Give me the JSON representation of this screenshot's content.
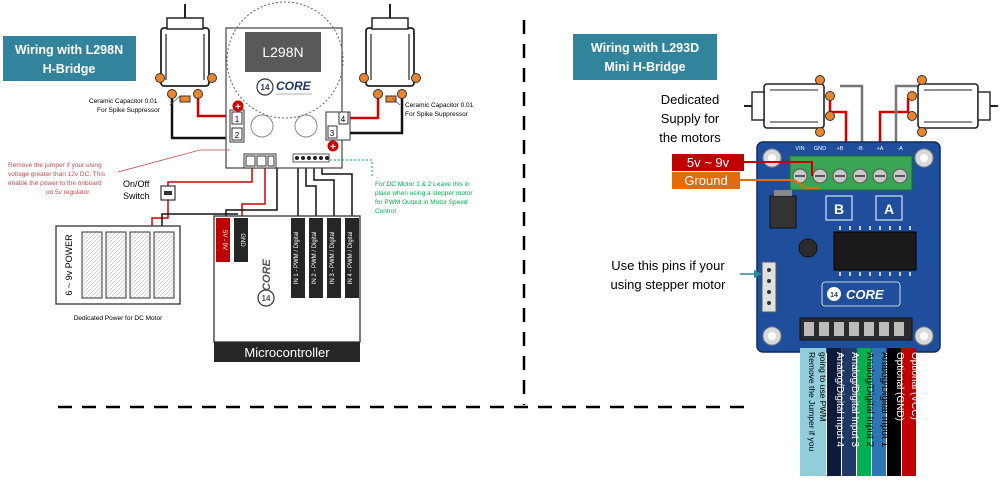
{
  "left_panel": {
    "title_line1": "Wiring with L298N",
    "title_line2": "H-Bridge",
    "module_label": "L298N",
    "brand": "CORE",
    "brand_prefix": "14",
    "cap_note_left_line1": "Ceramic Capacitor 0.01",
    "cap_note_left_line2": "For Spike Suppressor",
    "cap_note_right_line1": "Ceramic Capacitor 0.01",
    "cap_note_right_line2": "For Spike Suppressor",
    "jumper_note": [
      "Remove the jumper if your using",
      "voltage greater than 12v DC. This",
      "enable the power to the onboard",
      "on 5v regulator"
    ],
    "switch_label_line1": "On/Off",
    "switch_label_line2": "Switch",
    "pwm_note": [
      "For DC Motor 1 & 2 Leave this in",
      "place  when using a stepper motor",
      "for PWM Output in Motor Speed",
      "Control"
    ],
    "battery_label": "6 ~ 9v POWER",
    "battery_caption": "Dedicated Power for DC Motor",
    "mcu_pins": [
      "5V - 9V",
      "GND",
      "IN 1 - PWM / Digital",
      "IN 2 - PWM / Digital",
      "IN 3 - PWM / Digital",
      "IN 4 - PWM / Digital"
    ],
    "mcu_label": "Microcontroller",
    "terminal_numbers": [
      "1",
      "2",
      "3",
      "4"
    ]
  },
  "right_panel": {
    "title_line1": "Wiring with L293D",
    "title_line2": "Mini H-Bridge",
    "supply_note": [
      "Dedicated",
      "Supply for",
      "the motors"
    ],
    "voltage_label": "5v ~ 9v",
    "ground_label": "Ground",
    "stepper_note": [
      "Use this pins if your",
      "using stepper motor"
    ],
    "terminal_labels": [
      "VIN",
      "GND",
      "+B",
      "-B",
      "+A",
      "-A"
    ],
    "brand": "CORE",
    "brand_prefix": "14",
    "pin_labels": [
      {
        "text": "Optional (VCC)",
        "color": "#c00000",
        "text_color": "#ffffff"
      },
      {
        "text": "Optional (GND)",
        "color": "#000000",
        "text_color": "#ffffff"
      },
      {
        "text": "Analog/Digital Input 1",
        "color": "#2e75b6",
        "text_color": "#000000"
      },
      {
        "text": "Analog/Digital Input 2",
        "color": "#00b050",
        "text_color": "#000000"
      },
      {
        "text": "Analog/Digital Input 3",
        "color": "#1f3864",
        "text_color": "#ffffff"
      },
      {
        "text": "Analog/Digital Input 4",
        "color": "#0d1a3a",
        "text_color": "#ffffff"
      },
      {
        "text": "Remove the Jumper if you going to use PWM",
        "color": "#92cddc",
        "text_color": "#000000"
      }
    ]
  },
  "colors": {
    "title_bg": "#31849b",
    "board_blue": "#1f4e9c",
    "terminal_green": "#3aa655",
    "voltage_red": "#c00000",
    "ground_orange": "#e36c09",
    "note_red": "#c0504d",
    "note_green": "#00b050",
    "mcu_bg": "#262626"
  }
}
